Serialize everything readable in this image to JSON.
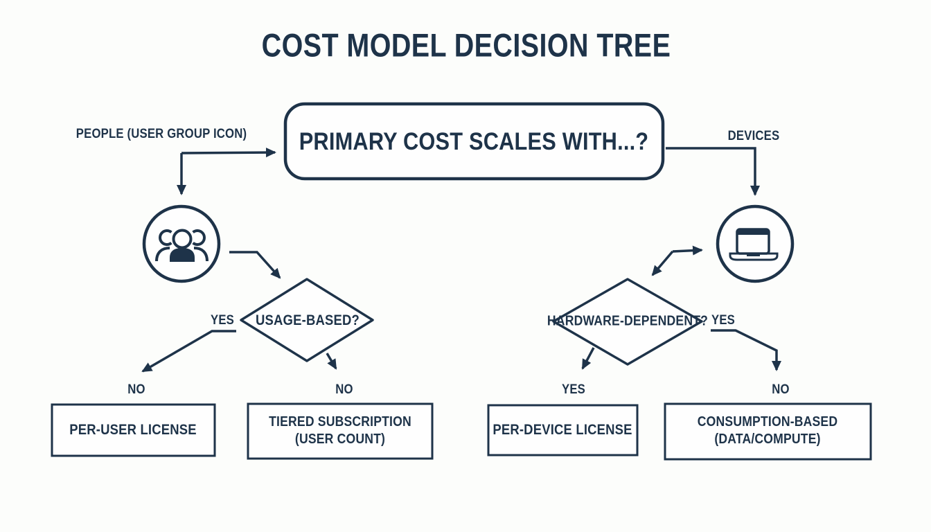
{
  "title": "COST MODEL DECISION TREE",
  "root_question": "PRIMARY COST SCALES WITH...?",
  "colors": {
    "ink": "#1e3349",
    "background": "#fcfdfb"
  },
  "left_branch": {
    "source_label": "PEOPLE (USER GROUP ICON)",
    "icon": "user-group-icon",
    "question": "USAGE-BASED?",
    "question_side_label": "YES",
    "outcome_left": {
      "edge_label": "NO",
      "lines": [
        "PER-USER LICENSE"
      ]
    },
    "outcome_right": {
      "edge_label": "NO",
      "lines": [
        "TIERED SUBSCRIPTION",
        "(USER COUNT)"
      ]
    }
  },
  "right_branch": {
    "source_label": "DEVICES",
    "icon": "laptop-icon",
    "question": "HARDWARE-DEPENDENT?",
    "question_side_label": "YES",
    "outcome_left": {
      "edge_label": "YES",
      "lines": [
        "PER-DEVICE LICENSE"
      ]
    },
    "outcome_right": {
      "edge_label": "NO",
      "lines": [
        "CONSUMPTION-BASED",
        "(DATA/COMPUTE)"
      ]
    }
  }
}
